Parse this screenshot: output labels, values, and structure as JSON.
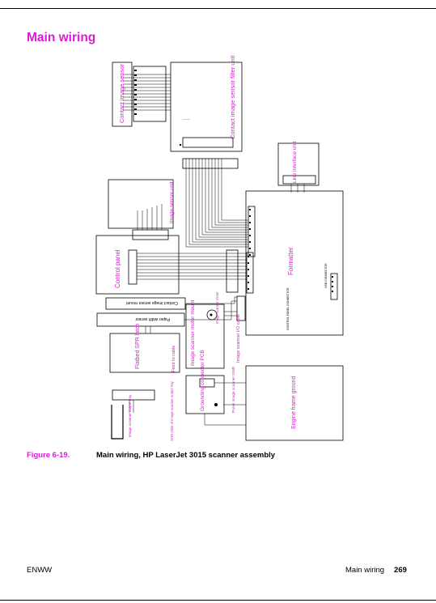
{
  "page": {
    "title": "Main wiring",
    "figure_label": "Figure 6-19.",
    "figure_caption": "Main wiring, HP LaserJet 3015 scanner assembly",
    "footer_left": "ENWW",
    "footer_section": "Main wiring",
    "footer_page": "269"
  },
  "diagram": {
    "contact_image_sensor": "Contact image sensor",
    "cis_filter_unit": "Contact image sensor filter unit",
    "line_interface_unit": "Line interface unit",
    "image_sensor_unit": "Image sensor unit",
    "control_panel": "Control panel",
    "formatter": "Formatter",
    "cis_mount": "Contact image sensor mount",
    "paper_width_sensor": "Paper width sensor",
    "flatbed_spr_latch": "Flatbed SPR latch",
    "image_scanner_motor_mount": "Image scanner motor mount",
    "image_scanner_motor": "Image scanner motor",
    "image_scanner_io_cable": "Image scanner I/O cable",
    "feed_to_cable": "Feed to cable",
    "grounding_connector_pcb": "Grounding connector PCB",
    "engine_frame_ground": "Engine frame ground",
    "panel_image_scanner_gnd": "Panel image scanner GND",
    "image_scanner_output_tray": "Image scanner output tray",
    "gnd_image_scanner_output_tray": "GND plate of image scanner output tray",
    "usb_connector": "USB CONNECTOR",
    "control_panel_connector": "CONTROL PANEL CONNECTOR"
  }
}
